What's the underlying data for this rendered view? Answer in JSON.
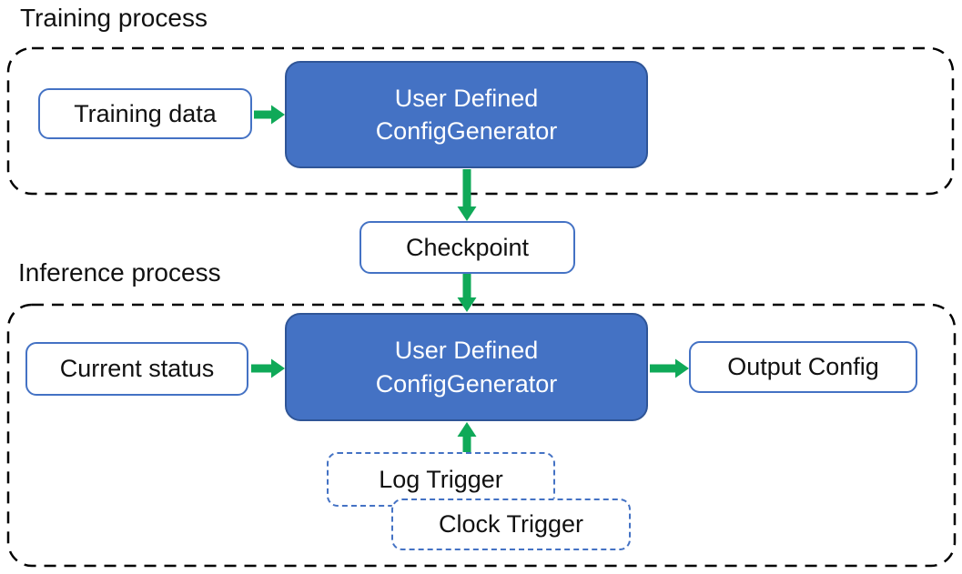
{
  "training": {
    "title": "Training process",
    "input_label": "Training data",
    "generator_line1": "User Defined",
    "generator_line2": "ConfigGenerator"
  },
  "checkpoint_label": "Checkpoint",
  "inference": {
    "title": "Inference process",
    "input_label": "Current status",
    "generator_line1": "User Defined",
    "generator_line2": "ConfigGenerator",
    "output_label": "Output Config",
    "log_trigger_label": "Log Trigger",
    "clock_trigger_label": "Clock Trigger"
  },
  "colors": {
    "node_fill_blue": "#4472C4",
    "node_border_dark_blue": "#2F5597",
    "outline_blue": "#4472C4",
    "arrow_green": "#0FA958",
    "container_dash_black": "#000000",
    "text_black": "#111111",
    "text_white": "#ffffff"
  },
  "edges": [
    {
      "from": "training-data",
      "to": "training-config-generator",
      "direction": "right"
    },
    {
      "from": "training-config-generator",
      "to": "checkpoint",
      "direction": "down"
    },
    {
      "from": "checkpoint",
      "to": "inference-config-generator",
      "direction": "down"
    },
    {
      "from": "current-status",
      "to": "inference-config-generator",
      "direction": "right"
    },
    {
      "from": "inference-config-generator",
      "to": "output-config",
      "direction": "right"
    },
    {
      "from": "log-trigger",
      "to": "inference-config-generator",
      "direction": "up"
    }
  ]
}
